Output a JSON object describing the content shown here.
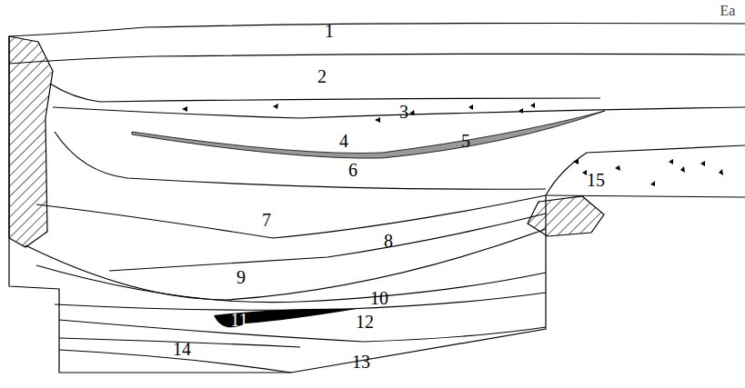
{
  "diagram": {
    "labels": [
      "Ea",
      "1",
      "2",
      "3",
      "4",
      "5",
      "6",
      "7",
      "8",
      "9",
      "10",
      "11",
      "12",
      "13",
      "14",
      "15"
    ]
  }
}
